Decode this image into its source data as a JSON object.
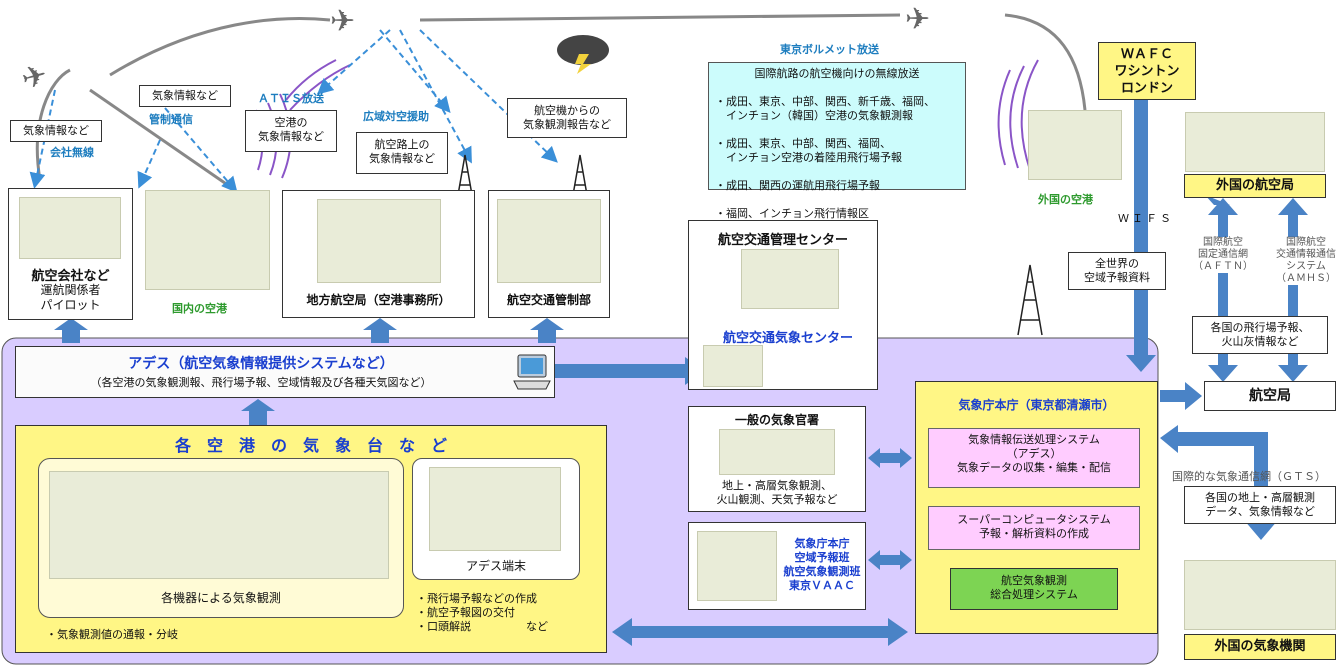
{
  "labels": {
    "kaisha_musen": "会社無線",
    "kansei_tsushin": "管制通信",
    "atis": "ＡＴＩＳ放送",
    "koiki": "広域対空援助",
    "volmet": "東京ボルメット放送",
    "wifs": "ＷＩＦＳ",
    "gts": "国際的な気象通信網（ＧＴＳ）",
    "aftn": "国際航空\n固定通信網\n（ＡＦＴＮ）",
    "amhs": "国際航空\n交通情報通信\nシステム\n（ＡＭＨＳ）"
  },
  "bubbles": {
    "kisho_joho_left": "気象情報など",
    "kisho_joho_mid": "気象情報など",
    "atis_content": "空港の\n気象情報など",
    "koiki_content": "航空路上の\n気象情報など",
    "pirep": "航空機からの\n気象観測報告など",
    "zensekai": "全世界の\n空域予報資料",
    "kakkoku_yoho": "各国の飛行場予報、\n火山灰情報など",
    "kakkoku_chijo": "各国の地上・高層観測\nデータ、気象情報など"
  },
  "volmet": {
    "title": "国際航路の航空機向けの無線放送",
    "items": [
      "・成田、東京、中部、関西、新千歳、福岡、\n　インチョン（韓国）空港の気象観測報",
      "・成田、東京、中部、関西、福岡、\n　インチョン空港の着陸用飛行場予報",
      "・成田、関西の運航用飛行場予報",
      "・福岡、インチョン飛行情報区\n　のシグメット情報の発表状況"
    ]
  },
  "wafc": "ＷＡＦＣ\nワシントン\nロンドン",
  "nodes": {
    "airline_title": "航空会社など",
    "airline_sub": "運航関係者\nパイロット",
    "domestic_airport": "国内の空港",
    "regional_bureau": "地方航空局（空港事務所）",
    "atc_dept": "航空交通管制部",
    "foreign_airport": "外国の空港",
    "foreign_aviation": "外国の航空局",
    "atm_center": "航空交通管理センター",
    "atmet_center": "航空交通気象センター",
    "jcab": "航空局",
    "foreign_met": "外国の気象機関"
  },
  "ades": {
    "title": "アデス（航空気象情報提供システムなど）",
    "sub": "（各空港の気象観測報、飛行場予報、空域情報及び各種天気図など）"
  },
  "airports": {
    "title": "各　空　港　の　気　象　台　な　ど",
    "instruments": "各機器による気象観測",
    "terminal": "アデス端末",
    "note_left": "・気象観測値の通報・分岐",
    "notes_right": [
      "・飛行場予報などの作成",
      "・航空予報図の交付",
      "・口頭解説　　　　　など"
    ]
  },
  "general": {
    "title": "一般の気象官署",
    "sub": "地上・高層気象観測、\n火山観測、天気予報など"
  },
  "hq_units": "気象庁本庁\n空域予報班\n航空気象観測班\n東京ＶＡＡＣ",
  "jma": {
    "title": "気象庁本庁（東京都清瀬市）",
    "system1": "気象情報伝送処理システム\n（アデス）\n気象データの収集・編集・配信",
    "system2": "スーパーコンピュータシステム\n予報・解析資料の作成",
    "system3": "航空気象観測\n総合処理システム"
  },
  "colors": {
    "lavender": "#d9ccff",
    "yellow": "#fff685",
    "arrow_blue": "#4a83c6",
    "dash_blue": "#3a8fd8"
  },
  "icons": [
    "airplane-icon",
    "thunderstorm-icon",
    "antenna-icon",
    "laptop-icon"
  ]
}
